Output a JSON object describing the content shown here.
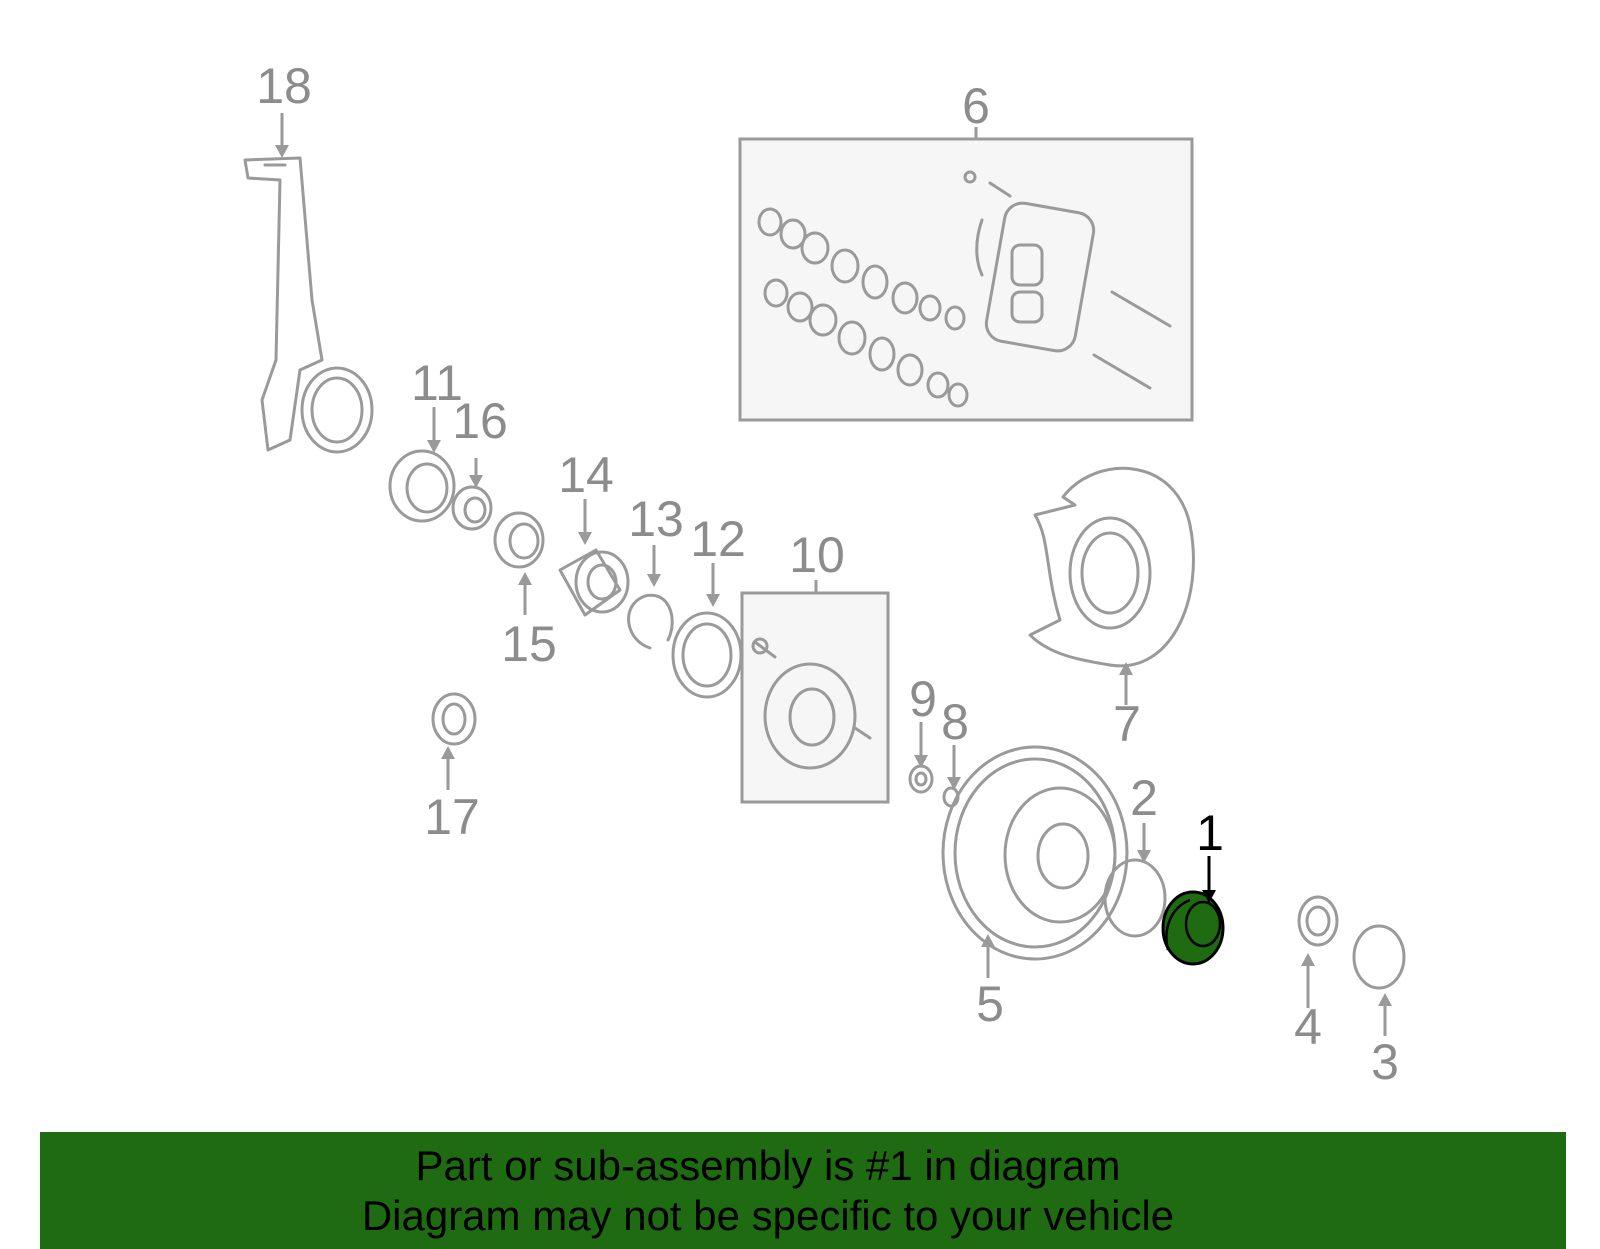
{
  "callouts": [
    {
      "id": "18",
      "label": "18"
    },
    {
      "id": "6",
      "label": "6"
    },
    {
      "id": "11",
      "label": "11"
    },
    {
      "id": "16",
      "label": "16"
    },
    {
      "id": "14",
      "label": "14"
    },
    {
      "id": "13",
      "label": "13"
    },
    {
      "id": "12",
      "label": "12"
    },
    {
      "id": "10",
      "label": "10"
    },
    {
      "id": "15",
      "label": "15"
    },
    {
      "id": "17",
      "label": "17"
    },
    {
      "id": "9",
      "label": "9"
    },
    {
      "id": "8",
      "label": "8"
    },
    {
      "id": "7",
      "label": "7"
    },
    {
      "id": "2",
      "label": "2"
    },
    {
      "id": "1",
      "label": "1"
    },
    {
      "id": "5",
      "label": "5"
    },
    {
      "id": "4",
      "label": "4"
    },
    {
      "id": "3",
      "label": "3"
    }
  ],
  "highlighted_part": "1",
  "colors": {
    "highlight_fill": "#1e6b12",
    "part_stroke": "#9a9a9a",
    "callout_text": "#8c8c8c",
    "active_callout": "#000000",
    "banner_bg": "#1e6b12",
    "group_box_fill": "#f6f6f6"
  },
  "banner": {
    "line1": "Part or sub-assembly is #1 in diagram",
    "line2": "Diagram may not be specific to your vehicle"
  }
}
